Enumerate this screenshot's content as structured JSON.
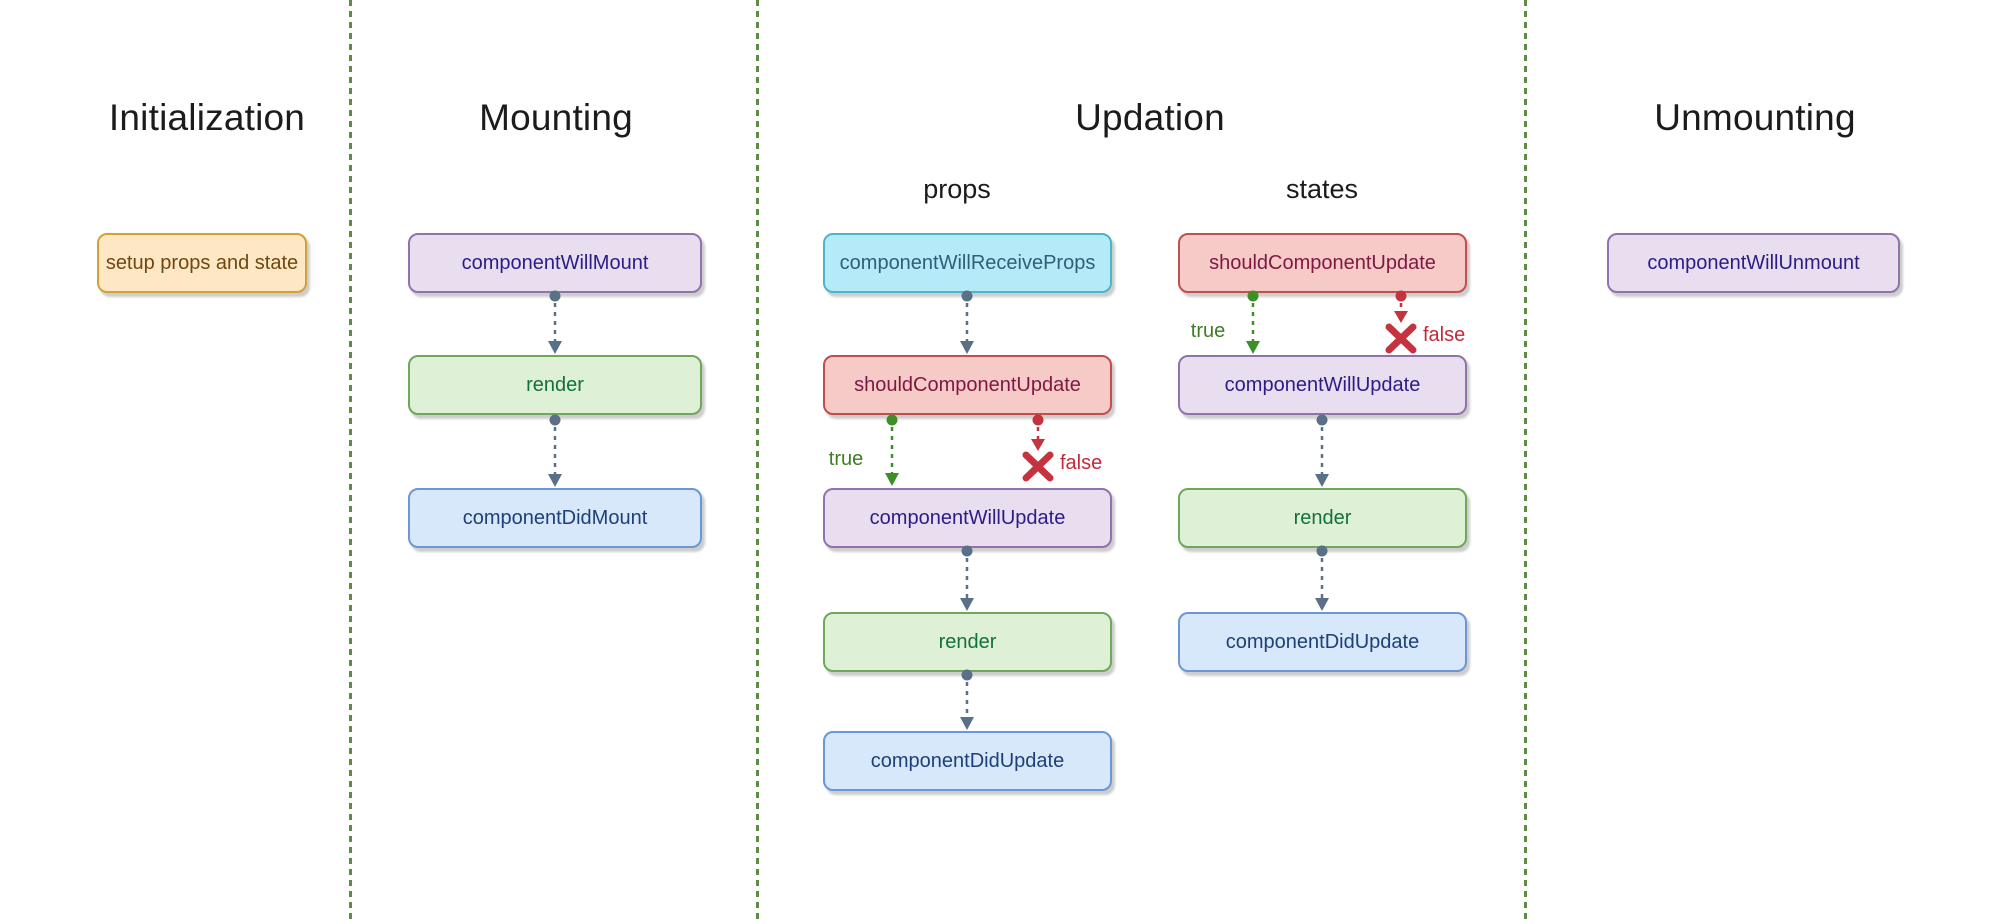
{
  "sections": [
    {
      "title": "Initialization"
    },
    {
      "title": "Mounting"
    },
    {
      "title": "Updation"
    },
    {
      "title": "Unmounting"
    }
  ],
  "columns": {
    "initialization": {
      "boxes": [
        "setup props and state"
      ]
    },
    "mounting": {
      "boxes": [
        "componentWillMount",
        "render",
        "componentDidMount"
      ]
    },
    "updation_props": {
      "header": "props",
      "boxes": [
        "componentWillReceiveProps",
        "shouldComponentUpdate",
        "componentWillUpdate",
        "render",
        "componentDidUpdate"
      ]
    },
    "updation_states": {
      "header": "states",
      "boxes": [
        "shouldComponentUpdate",
        "componentWillUpdate",
        "render",
        "componentDidUpdate"
      ]
    },
    "unmounting": {
      "boxes": [
        "componentWillUnmount"
      ]
    }
  },
  "branch_labels": {
    "true": "true",
    "false": "false"
  },
  "colors": {
    "divider_green": "#5d8c45",
    "arrow_slate": "#5a7086",
    "branch_true_green": "#3d8f27",
    "branch_false_red": "#c4333e",
    "node_orange_fill": "#fde7c5",
    "node_orange_border": "#d2a237",
    "node_orange_text": "#70480f",
    "node_purple_fill": "#e8def0",
    "node_purple_border": "#9173ab",
    "node_purple_text": "#2d1b86",
    "node_green_fill": "#def0d6",
    "node_green_border": "#6fa75b",
    "node_green_text": "#13713a",
    "node_blue_fill": "#d8e8fb",
    "node_blue_border": "#6c96d6",
    "node_blue_text": "#1d4078",
    "node_cyan_fill": "#b5ebf8",
    "node_cyan_border": "#49b6c9",
    "node_cyan_text": "#2f5e78",
    "node_red_fill": "#f5cac7",
    "node_red_border": "#c14f4b",
    "node_red_text": "#7e1843"
  }
}
